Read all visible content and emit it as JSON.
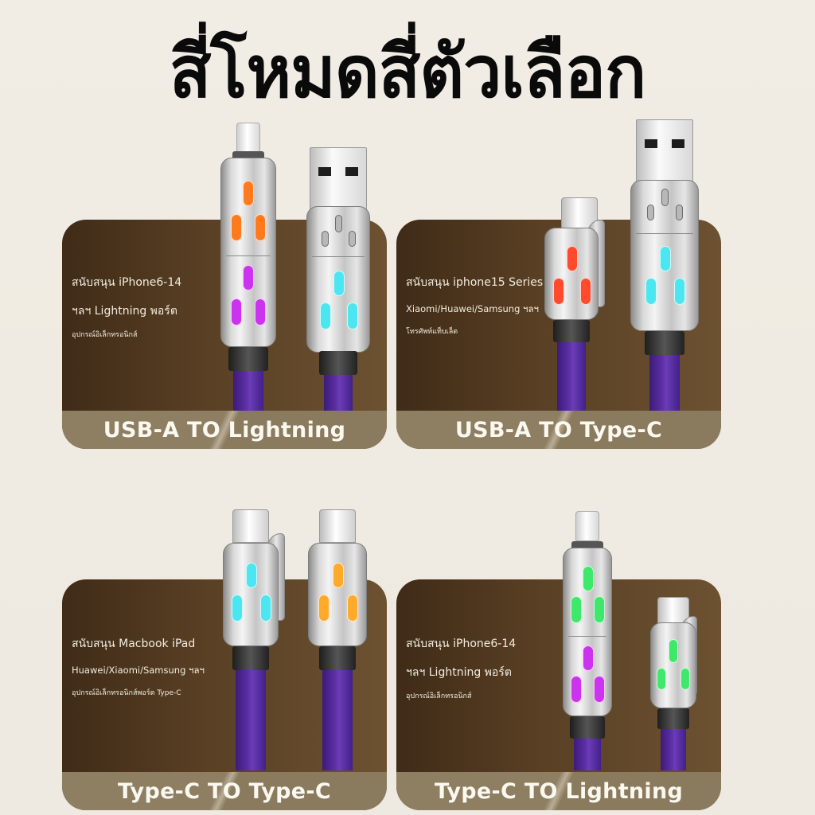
{
  "page": {
    "title": "สี่โหมดสี่ตัวเลือก"
  },
  "panels": [
    {
      "label": "USB-A TO Lightning",
      "lines": [
        "สนับสนุน iPhone6-14",
        "ฯลฯ Lightning พอร์ต",
        "อุปกรณ์อิเล็กทรอนิกส์"
      ],
      "cables": [
        {
          "type": "Lightning",
          "led_colors": [
            "#ff7a1c",
            "#cc33ee"
          ]
        },
        {
          "type": "USB-A",
          "led_colors": [
            "#4ce6f0"
          ]
        }
      ]
    },
    {
      "label": "USB-A TO Type-C",
      "lines": [
        "สนับสนุน iphone15 Series",
        "Xiaomi/Huawei/Samsung ฯลฯ",
        "โทรศัพท์แท็บเล็ต"
      ],
      "cables": [
        {
          "type": "Type-C",
          "led_colors": [
            "#ff4a2e"
          ]
        },
        {
          "type": "USB-A",
          "led_colors": [
            "#4ce6f0"
          ]
        }
      ]
    },
    {
      "label": "Type-C TO Type-C",
      "lines": [
        "สนับสนุน Macbook iPad",
        "Huawei/Xiaomi/Samsung ฯลฯ",
        "อุปกรณ์อิเล็กทรอนิกส์พอร์ต Type-C"
      ],
      "cables": [
        {
          "type": "Type-C",
          "led_colors": [
            "#4ce6f0"
          ]
        },
        {
          "type": "Type-C",
          "led_colors": [
            "#ffaa2a"
          ]
        }
      ]
    },
    {
      "label": "Type-C TO Lightning",
      "lines": [
        "สนับสนุน iPhone6-14",
        "ฯลฯ Lightning พอร์ต",
        "อุปกรณ์อิเล็กทรอนิกส์"
      ],
      "cables": [
        {
          "type": "Lightning",
          "led_colors": [
            "#3ee86a",
            "#cc33ee"
          ]
        },
        {
          "type": "Type-C",
          "led_colors": [
            "#3ee86a"
          ]
        }
      ]
    }
  ],
  "colors": {
    "background": "#efebe2",
    "panel_dark": "#4a331c",
    "banner": "#8e7e62",
    "cable_purple": "#5a2ea3"
  }
}
